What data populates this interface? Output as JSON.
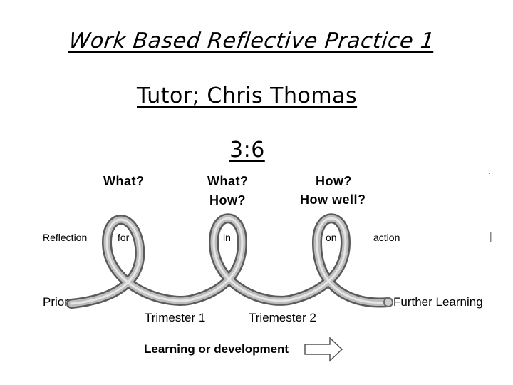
{
  "title": "Work Based Reflective Practice 1",
  "tutor": "Tutor; Chris Thomas",
  "code": "3:6",
  "questions": {
    "q1": "What?",
    "q2_line1": "What?",
    "q2_line2": "How?",
    "q3_line1": "How?",
    "q3_line2": "How well?"
  },
  "spiral_labels": {
    "reflection": "Reflection",
    "for": "for",
    "in": "in",
    "on": "on",
    "action": "action"
  },
  "bottom_labels": {
    "prior": "Prior",
    "further": "Further Learning",
    "trimester1": "Trimester 1",
    "trimester2": "Triemester 2",
    "learning": "Learning or development"
  }
}
